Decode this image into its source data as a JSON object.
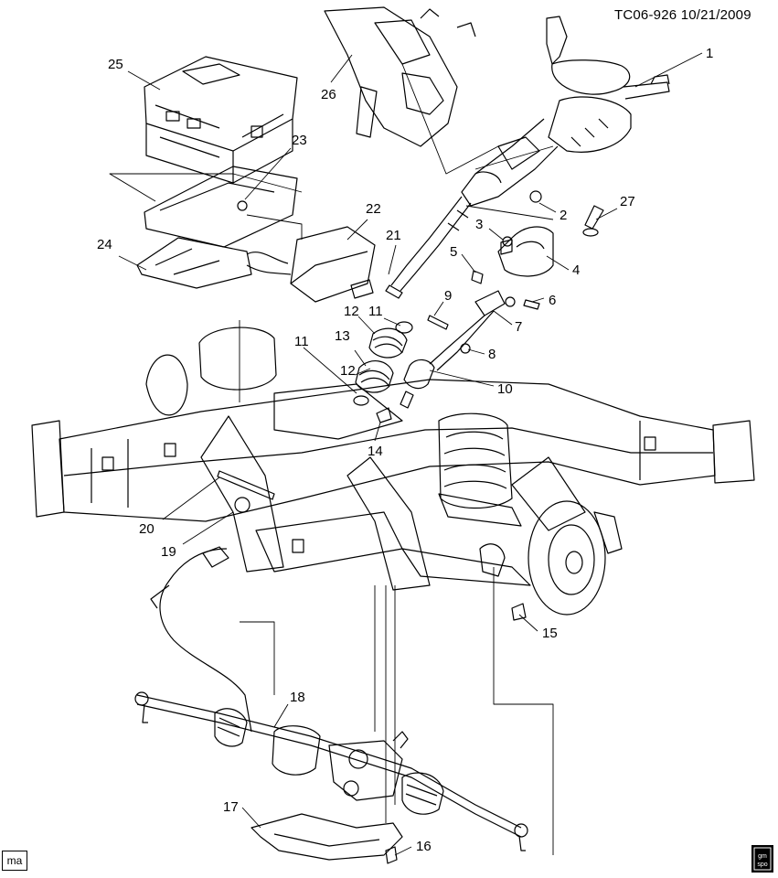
{
  "header": {
    "drawing_code": "TC06-926",
    "date": "10/21/2009"
  },
  "callouts": [
    "1",
    "2",
    "3",
    "4",
    "5",
    "6",
    "7",
    "8",
    "9",
    "10",
    "11",
    "11",
    "12",
    "12",
    "13",
    "14",
    "15",
    "16",
    "17",
    "18",
    "19",
    "20",
    "21",
    "22",
    "23",
    "24",
    "25",
    "26",
    "27"
  ],
  "footer": {
    "left_tag": "ma",
    "logo_text": "gm spo"
  }
}
